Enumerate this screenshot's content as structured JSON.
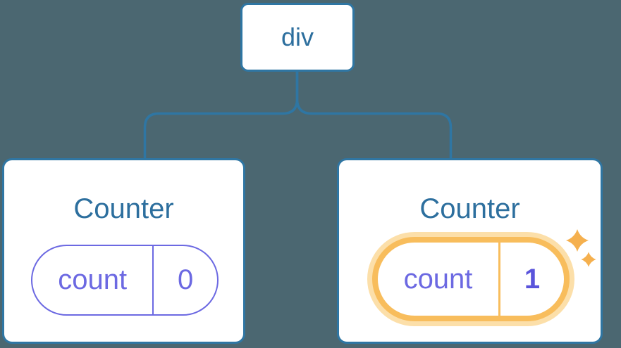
{
  "diagram": {
    "root_node": {
      "label": "div"
    },
    "cards": [
      {
        "title": "Counter",
        "state": {
          "key": "count",
          "value": "0"
        },
        "highlighted": false
      },
      {
        "title": "Counter",
        "state": {
          "key": "count",
          "value": "1"
        },
        "highlighted": true
      }
    ],
    "icons": {
      "highlight": "sparkles-icon"
    },
    "colors": {
      "background": "#4b6771",
      "connector_blue": "#2f76a3",
      "node_text_blue": "#2d6f9e",
      "state_purple": "#6c69e2",
      "highlight_value_purple": "#5a54db",
      "highlight_orange": "#f8bd5c",
      "highlight_glow": "#fcdfa9",
      "sparkle_orange": "#f5b04e"
    }
  }
}
